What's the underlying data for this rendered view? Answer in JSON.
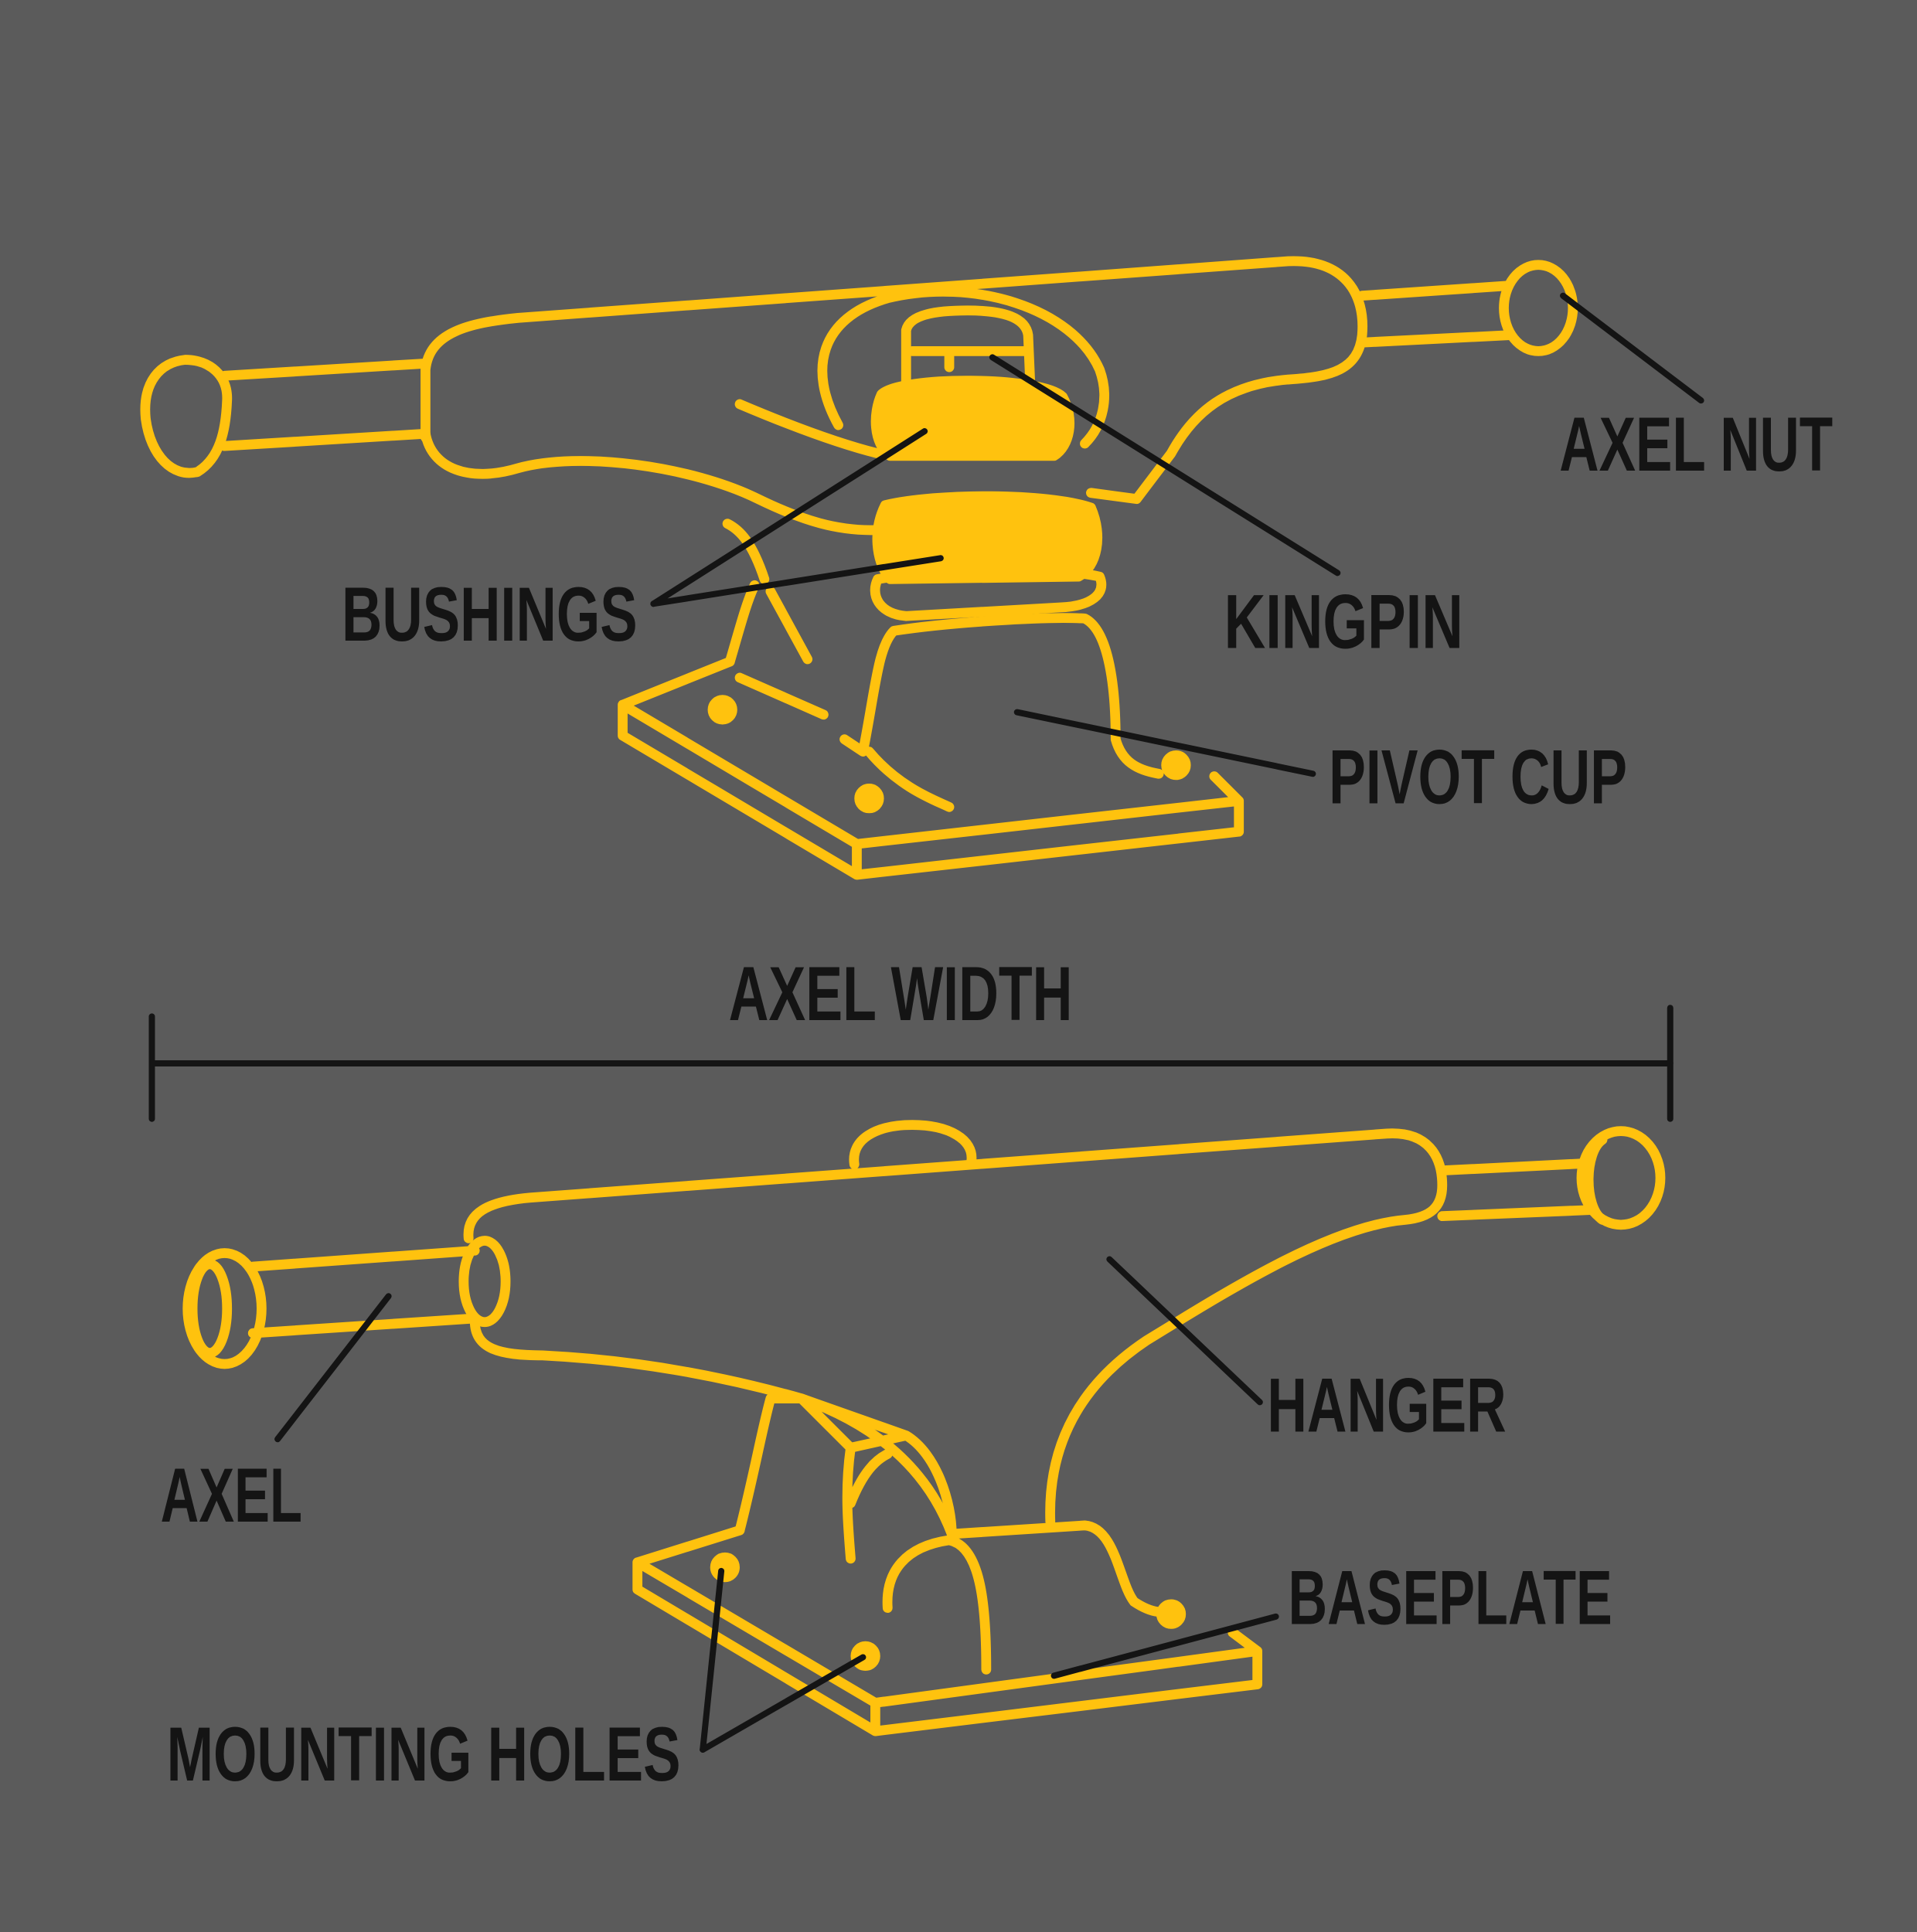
{
  "labels": {
    "axel_nut": "AXEL NUT",
    "bushings": "BUSHINGS",
    "kingpin": "KINGPIN",
    "pivot_cup": "PIVOT CUP",
    "axel_width": "AXEL WIDTH",
    "axel": "AXEL",
    "hanger": "HANGER",
    "baseplate": "BASEPLATE",
    "mounting_holes": "MOUNTING HOLES"
  },
  "colors": {
    "background": "#5b5b5b",
    "truck": "#ffc20e",
    "ink": "#141414"
  }
}
